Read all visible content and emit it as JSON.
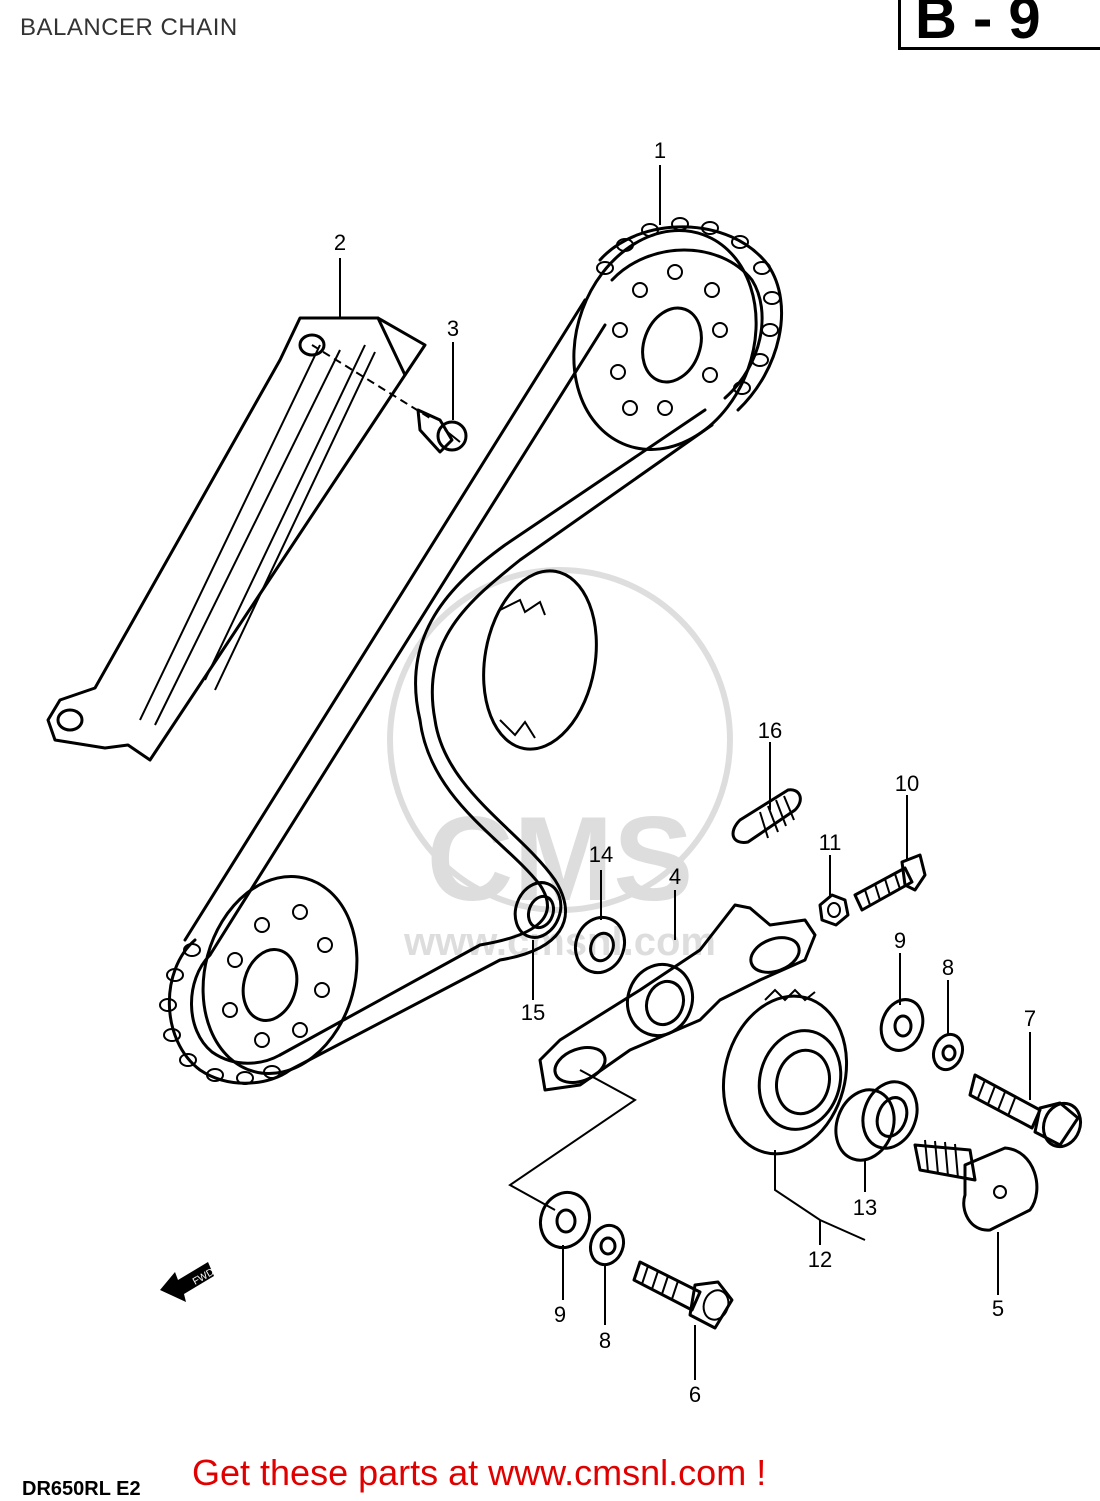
{
  "title": "BALANCER CHAIN",
  "page_badge": "B - 9",
  "footer": {
    "ad_text": "Get these parts at www.cmsnl.com !",
    "model_code": "DR650RL  E2",
    "ad_color": "#e00000"
  },
  "watermark": {
    "text": "CMS",
    "url_text": "www.cmsnl.com"
  },
  "fwd_label": "FWD",
  "callouts": {
    "c1": "1",
    "c2": "2",
    "c3": "3",
    "c4": "4",
    "c5": "5",
    "c6": "6",
    "c7": "7",
    "c8a": "8",
    "c8b": "8",
    "c9a": "9",
    "c9b": "9",
    "c10": "10",
    "c11": "11",
    "c12": "12",
    "c13": "13",
    "c14": "14",
    "c15": "15",
    "c16": "16"
  }
}
